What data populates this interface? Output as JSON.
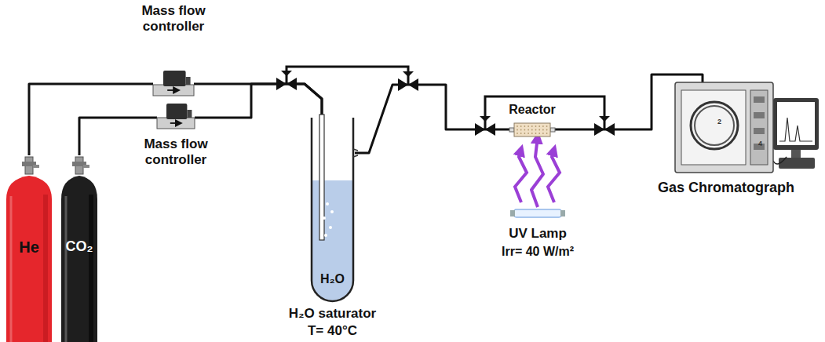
{
  "diagram": {
    "nodes": [
      {
        "text": [
          "He"
        ]
      },
      {
        "text": [
          "CO₂"
        ]
      },
      {
        "text": [
          "Mass flow controller"
        ]
      },
      {
        "text": [
          "Mass flow controller"
        ]
      },
      {
        "text": [
          "H₂O",
          "H₂O saturator",
          "T= 40°C"
        ]
      },
      {
        "text": [
          "Reactor"
        ]
      },
      {
        "text": [
          "UV Lamp",
          "Irr= 40 W/m²"
        ]
      },
      {
        "text": [
          "Gas Chromatograph"
        ]
      }
    ],
    "edges": [
      {
        "from": 0,
        "to": 2,
        "arrow": "none"
      },
      {
        "from": 1,
        "to": 3,
        "arrow": "none"
      },
      {
        "from": 2,
        "to": 4,
        "arrow": "none"
      },
      {
        "from": 3,
        "to": 4,
        "arrow": "none"
      },
      {
        "from": 4,
        "to": 5,
        "arrow": "none"
      },
      {
        "from": 5,
        "to": 7,
        "arrow": "none"
      },
      {
        "from": 6,
        "to": 5,
        "arrow": "to"
      }
    ],
    "labels": [
      "2",
      "4"
    ]
  }
}
